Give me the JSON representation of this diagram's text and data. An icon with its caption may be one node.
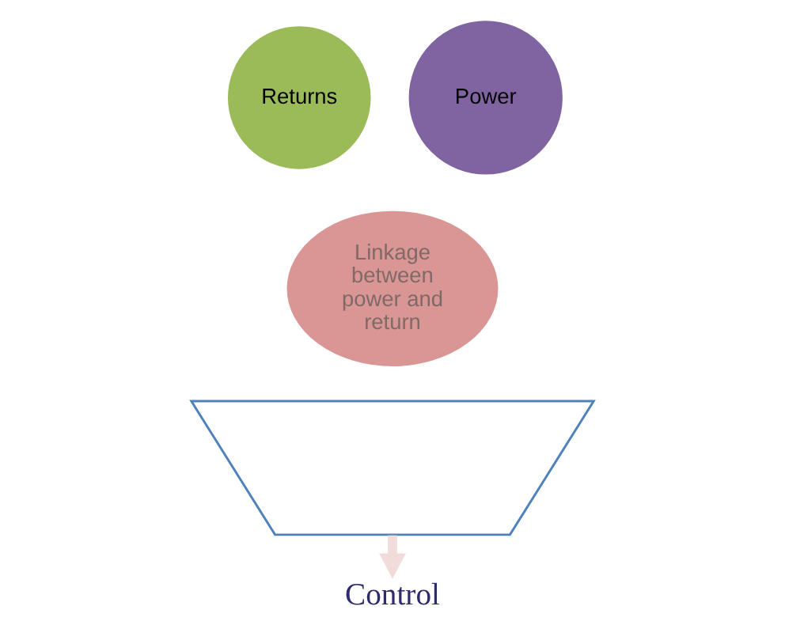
{
  "diagram": {
    "nodes": [
      {
        "text": [],
        "shape": "funnel"
      },
      {
        "text": [
          "Returns"
        ]
      },
      {
        "text": [
          "Power"
        ]
      },
      {
        "text": [
          "Linkage between power and return"
        ]
      },
      {
        "text": [
          "Control"
        ]
      }
    ],
    "edges": [
      {
        "from": 0,
        "to": 4,
        "arrow": "to"
      }
    ]
  }
}
